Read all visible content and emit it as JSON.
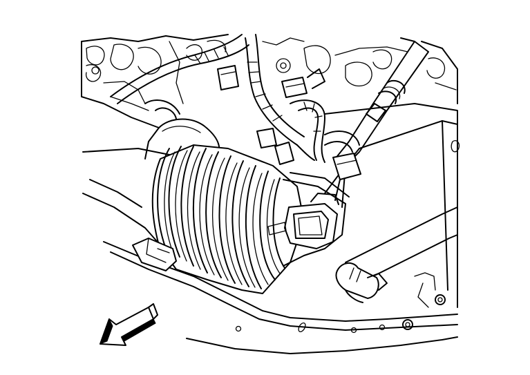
{
  "figure": {
    "background_color": "#ffffff",
    "line_color": "#000000",
    "components": [
      "air-intake-duct",
      "duct-bellows",
      "mass-airflow-sensor-connector",
      "wiring-harness",
      "harness-connectors",
      "coolant-hose",
      "hose-clamp",
      "air-cleaner-housing",
      "engine-block",
      "mounting-bracket"
    ],
    "direction_indicator": "front-arrow-icon"
  }
}
